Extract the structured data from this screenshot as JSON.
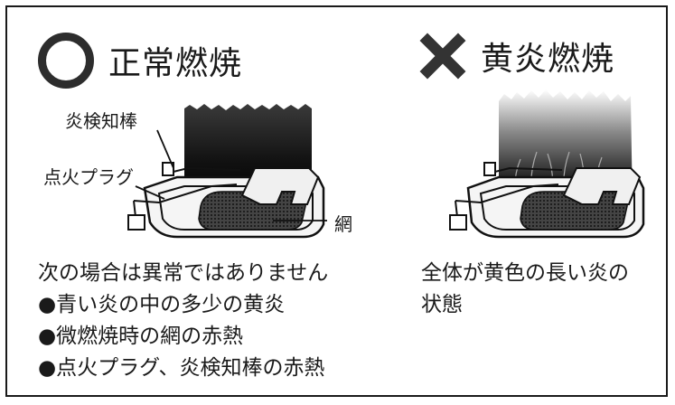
{
  "normal": {
    "title": "正常燃焼",
    "mark_icon": "circle-mark-icon",
    "labels": {
      "sensor": "炎検知棒",
      "plug": "点火プラグ",
      "mesh": "網"
    },
    "notes": [
      "次の場合は異常ではありません",
      "●青い炎の中の多少の黄炎",
      "●微燃焼時の網の赤熱",
      "●点火プラグ、炎検知棒の赤熱"
    ]
  },
  "yellow": {
    "title": "黄炎燃焼",
    "mark_icon": "cross-mark-icon",
    "notes": [
      "全体が黄色の長い炎の",
      "状態"
    ]
  }
}
